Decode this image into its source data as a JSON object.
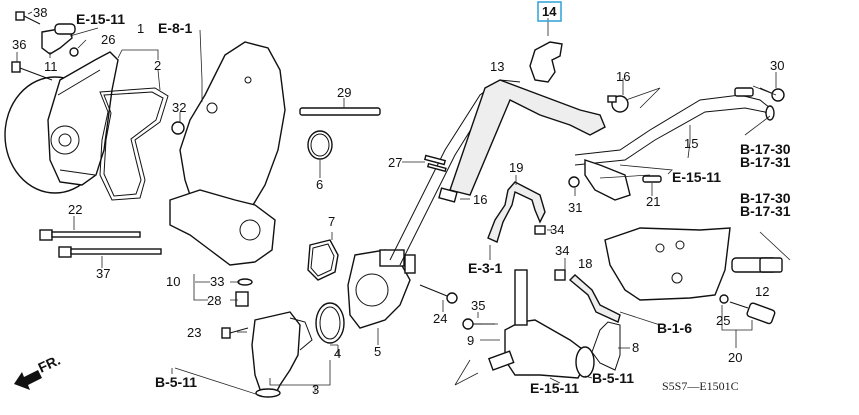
{
  "diagram": {
    "title": "Water pump / thermostat / water passage parts diagram",
    "drawing_code": "S5S7—E1501C",
    "highlight_color": "#3aa6d8",
    "highlighted_part": "14",
    "direction_indicator": "FR.",
    "part_labels": {
      "p1": "1",
      "p2": "2",
      "p3": "3",
      "p4": "4",
      "p5": "5",
      "p6": "6",
      "p7": "7",
      "p8": "8",
      "p9": "9",
      "p10": "10",
      "p11": "11",
      "p12": "12",
      "p13": "13",
      "p14": "14",
      "p15": "15",
      "p16a": "16",
      "p16b": "16",
      "p18": "18",
      "p19": "19",
      "p20": "20",
      "p21": "21",
      "p22": "22",
      "p23": "23",
      "p24": "24",
      "p25": "25",
      "p26": "26",
      "p27": "27",
      "p28": "28",
      "p29": "29",
      "p30": "30",
      "p31": "31",
      "p32": "32",
      "p33": "33",
      "p34a": "34",
      "p34b": "34",
      "p35": "35",
      "p36": "36",
      "p37": "37",
      "p38": "38"
    },
    "references": {
      "e15_11_top": "E-15-11",
      "e8_1": "E-8-1",
      "e15_11_mid": "E-15-11",
      "b17_30_a": "B-17-30",
      "b17_31_a": "B-17-31",
      "b17_30_b": "B-17-30",
      "b17_31_b": "B-17-31",
      "e3_1": "E-3-1",
      "b1_6": "B-1-6",
      "b5_11_left": "B-5-11",
      "b5_11_right": "B-5-11",
      "e15_11_bottom": "E-15-11"
    }
  }
}
